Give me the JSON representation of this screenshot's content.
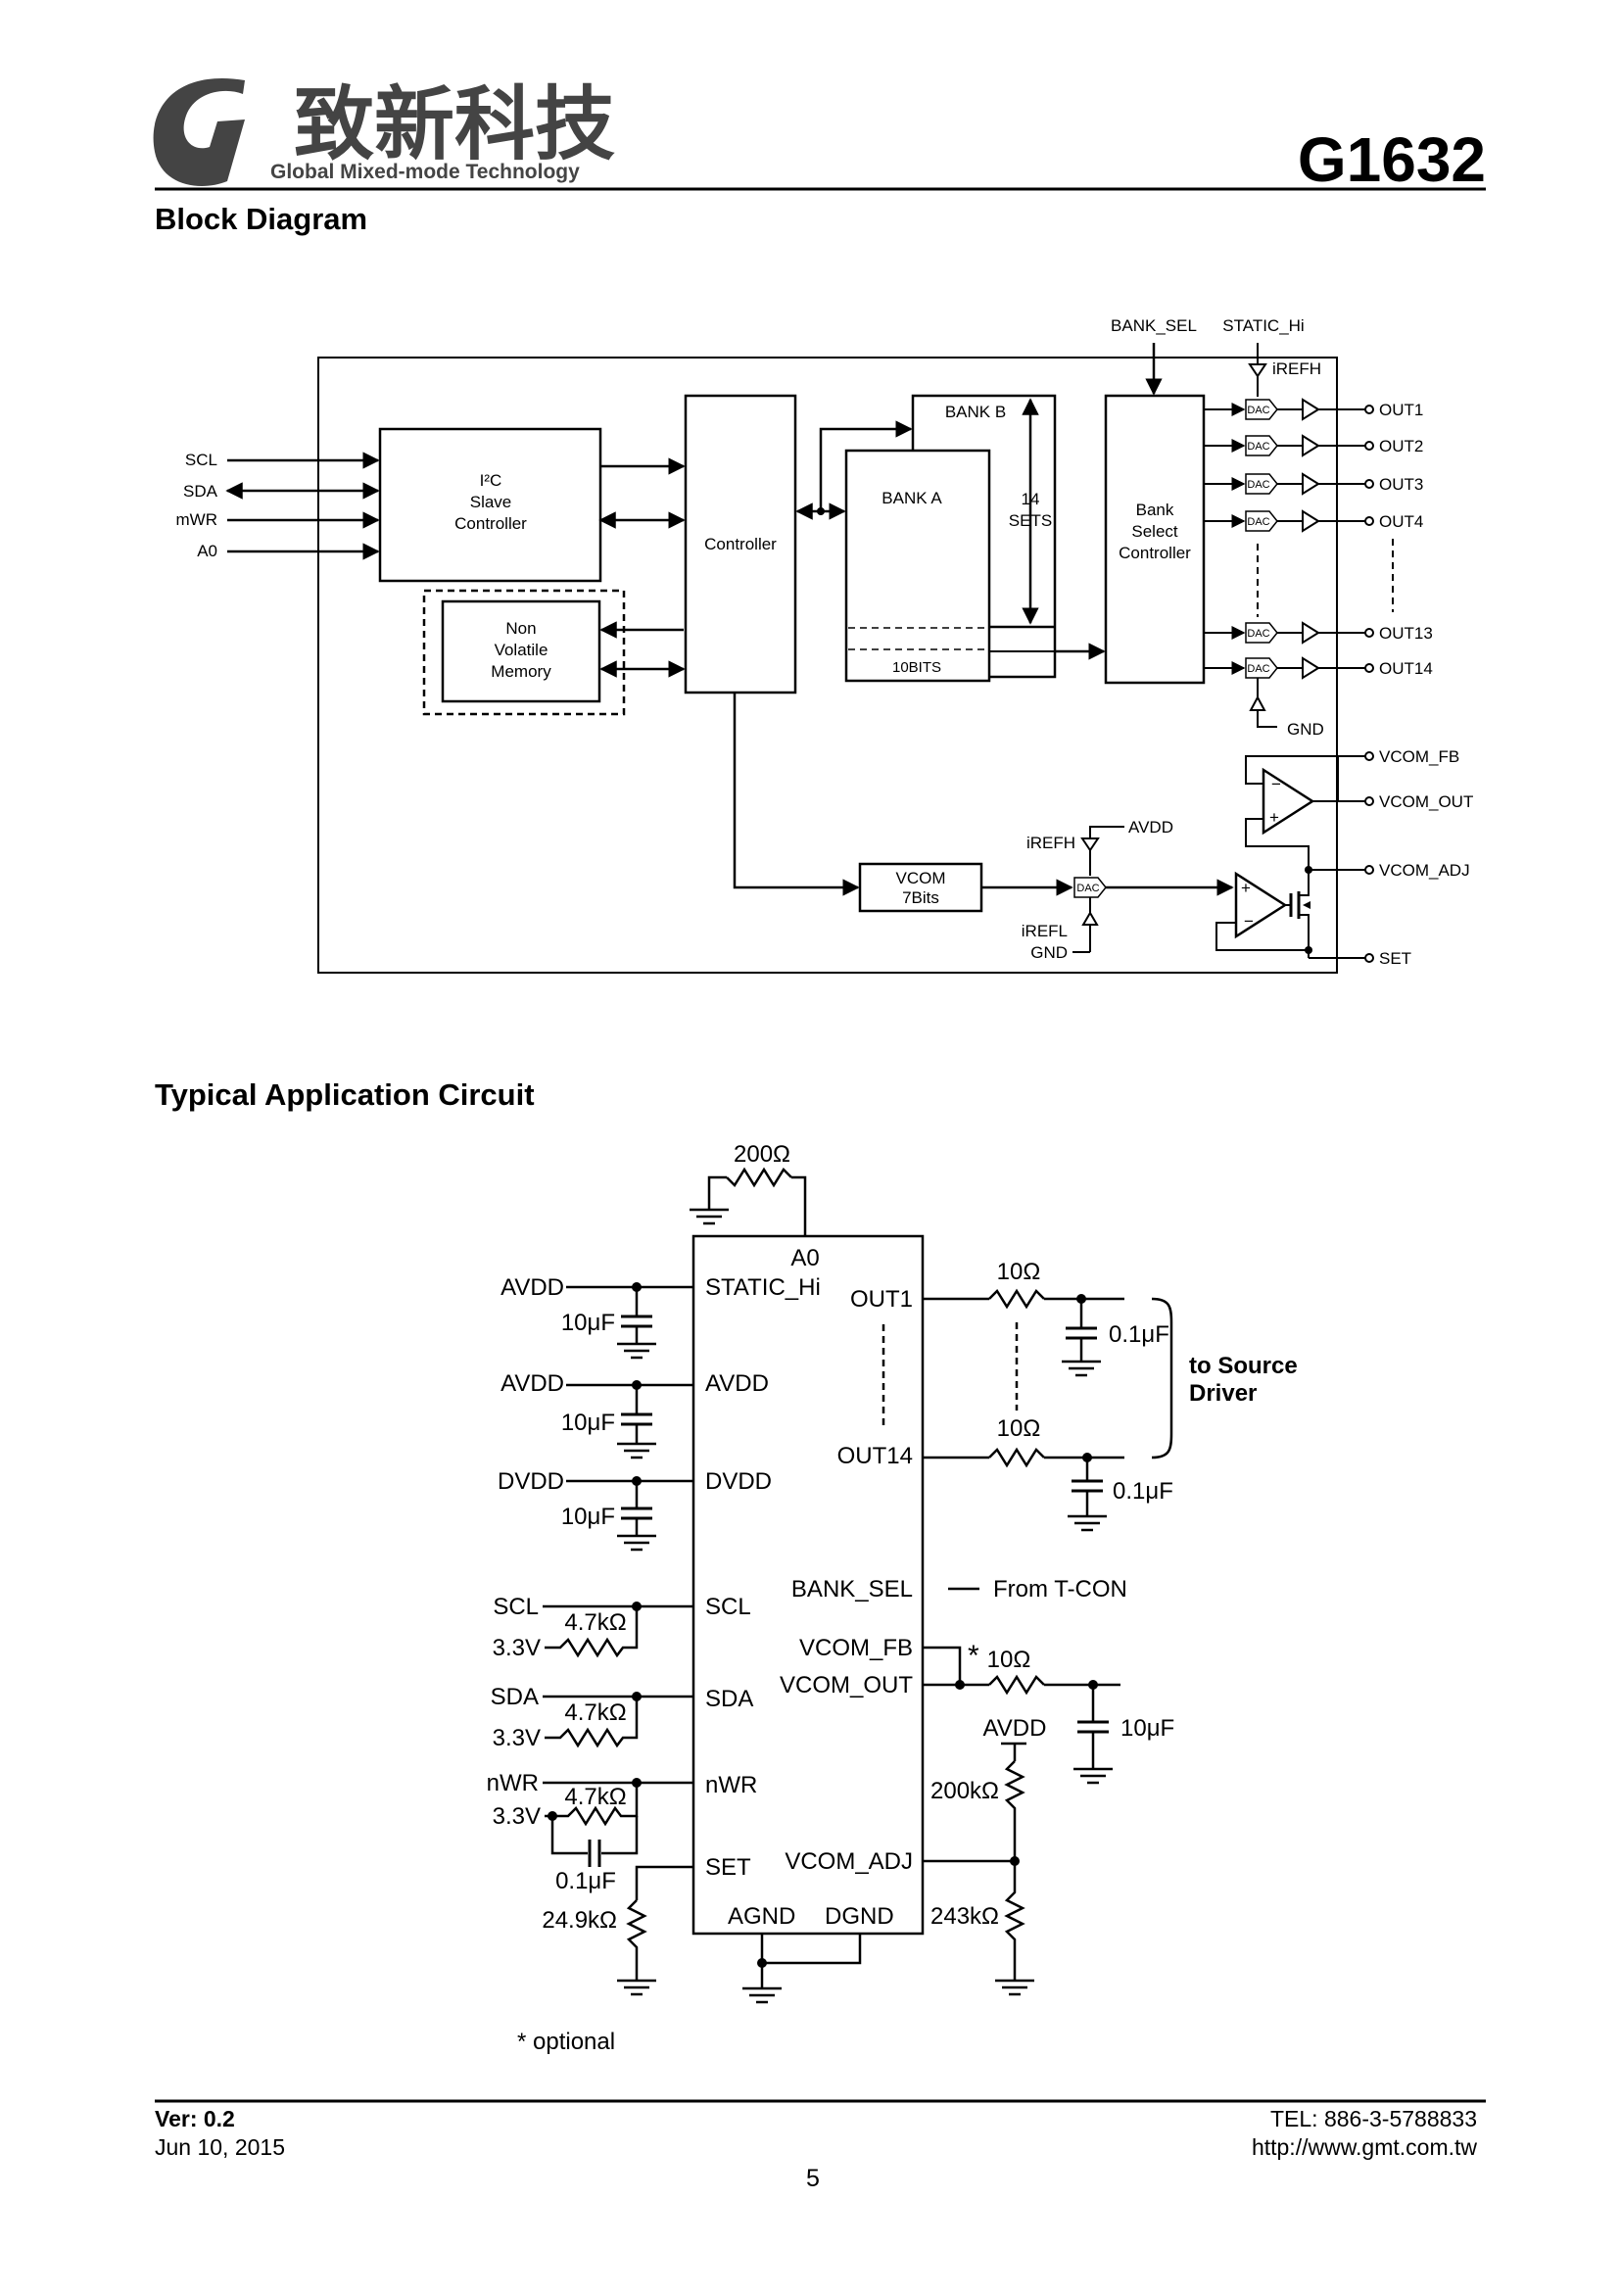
{
  "header": {
    "logo_chinese": "致新科技",
    "logo_english": "Global Mixed-mode Technology",
    "part_number": "G1632"
  },
  "block_diagram": {
    "section_title": "Block Diagram",
    "inputs": [
      "SCL",
      "SDA",
      "mWR",
      "A0"
    ],
    "i2c_block": [
      "I²C",
      "Slave",
      "Controller"
    ],
    "nvm_block": [
      "Non",
      "Volatile",
      "Memory"
    ],
    "controller": "Controller",
    "bank_b": "BANK B",
    "bank_a": "BANK A",
    "sets": [
      "14",
      "SETS"
    ],
    "bits": "10BITS",
    "bank_select": [
      "Bank",
      "Select",
      "Controller"
    ],
    "top_pins": [
      "BANK_SEL",
      "STATIC_Hi"
    ],
    "irefh": "iREFH",
    "dac": "DAC",
    "outputs": [
      "OUT1",
      "OUT2",
      "OUT3",
      "OUT4",
      "OUT13",
      "OUT14"
    ],
    "gnd": "GND",
    "vcom_fb": "VCOM_FB",
    "vcom_out": "VCOM_OUT",
    "vcom_adj": "VCOM_ADJ",
    "set": "SET",
    "avdd": "AVDD",
    "vcom_block": [
      "VCOM",
      "7Bits"
    ],
    "irefl": "iREFL"
  },
  "app_circuit": {
    "section_title": "Typical Application Circuit",
    "left_pins": [
      "STATIC_Hi",
      "AVDD",
      "DVDD",
      "SCL",
      "SDA",
      "nWR",
      "SET"
    ],
    "top_pin": "A0",
    "bottom_pins": [
      "AGND",
      "DGND"
    ],
    "right_pins": [
      "OUT1",
      "OUT14",
      "BANK_SEL",
      "VCOM_FB",
      "VCOM_OUT",
      "VCOM_ADJ"
    ],
    "r_top": "200Ω",
    "supplies": [
      "AVDD",
      "AVDD",
      "DVDD"
    ],
    "cap_10uf": "10μF",
    "bus_labels": [
      "SCL",
      "SDA",
      "nWR"
    ],
    "v33": "3.3V",
    "r_pullup": "4.7kΩ",
    "c_01uf": "0.1μF",
    "r_set": "24.9kΩ",
    "r_out": "10Ω",
    "to_source": [
      "to Source",
      "Driver"
    ],
    "from_tcon": "From T-CON",
    "star": "*",
    "r_vcom": "10Ω",
    "avdd_right": "AVDD",
    "r_200k": "200kΩ",
    "r_243k": "243kΩ",
    "note": "* optional"
  },
  "footer": {
    "version": "Ver: 0.2",
    "date": "Jun 10, 2015",
    "page": "5",
    "tel": "TEL: 886-3-5788833",
    "url": "http://www.gmt.com.tw"
  }
}
